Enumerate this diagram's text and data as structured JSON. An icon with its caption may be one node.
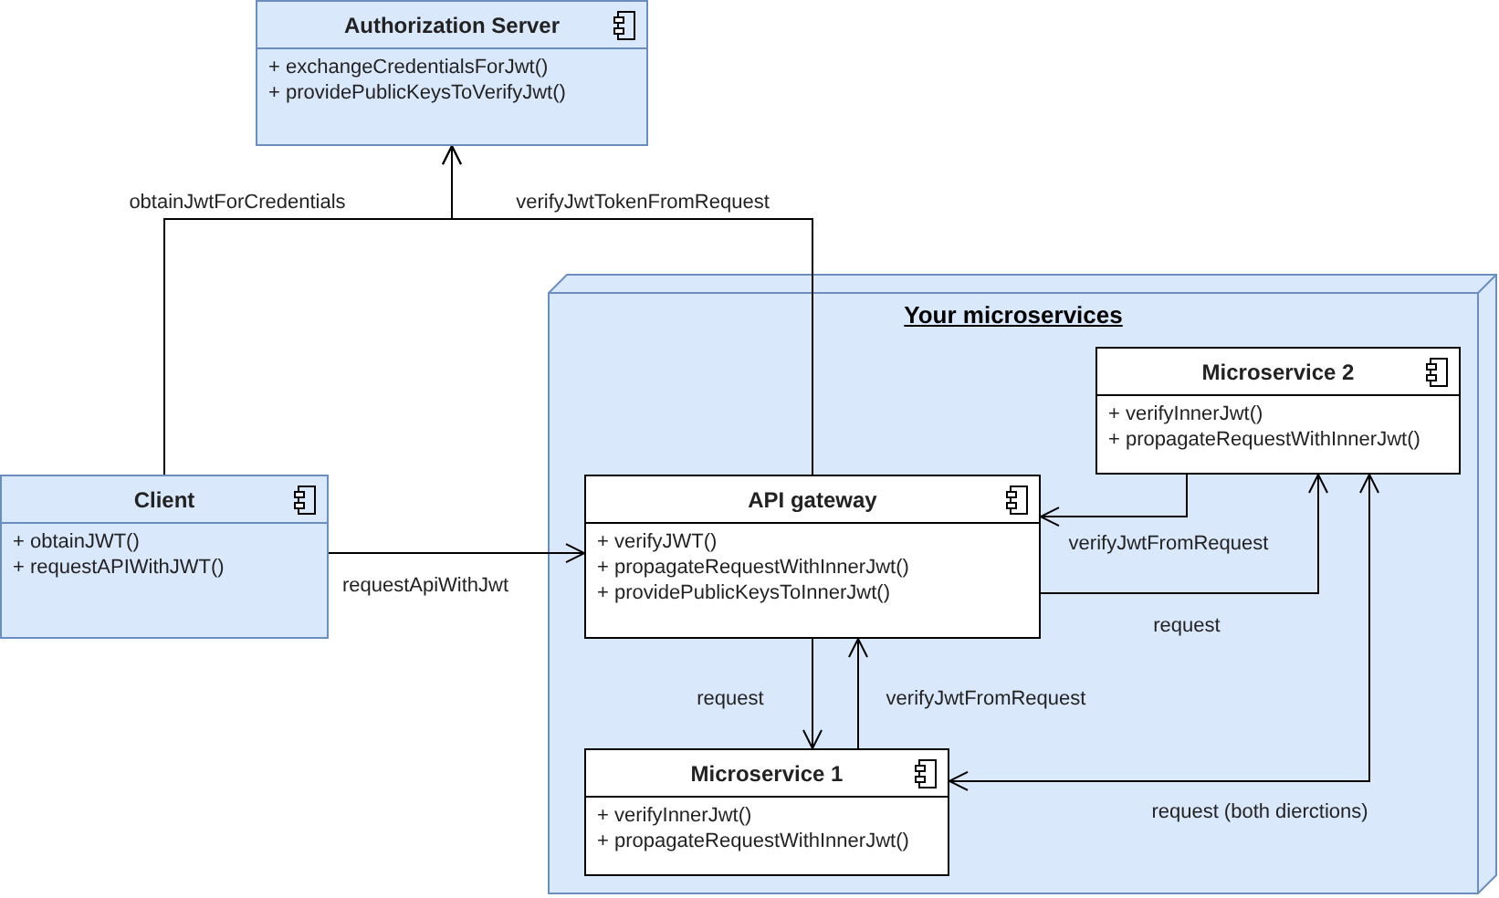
{
  "diagram": {
    "nodes": [
      {
        "text": [
          "Authorization Server",
          "+ exchangeCredentialsForJwt()",
          "+ providePublicKeysToVerifyJwt()"
        ]
      },
      {
        "text": [
          "Client",
          "+ obtainJWT()",
          "+ requestAPIWithJWT()"
        ]
      },
      {
        "text": [
          "Your microservices"
        ]
      },
      {
        "text": [
          "Microservice 2",
          "+ verifyInnerJwt()",
          "+ propagateRequestWithInnerJwt()"
        ],
        "in": 2
      },
      {
        "text": [
          "API gateway",
          "+ verifyJWT()",
          "+ propagateRequestWithInnerJwt()",
          "+ providePublicKeysToInnerJwt()"
        ],
        "in": 2
      },
      {
        "text": [
          "Microservice 1",
          "+ verifyInnerJwt()",
          "+ propagateRequestWithInnerJwt()"
        ],
        "in": 2
      }
    ],
    "edges": [
      {
        "from": 1,
        "to": 0,
        "arrow": "to",
        "label": "obtainJwtForCredentials"
      },
      {
        "from": 4,
        "to": 0,
        "arrow": "to",
        "label": "verifyJwtTokenFromRequest"
      },
      {
        "from": 1,
        "to": 4,
        "arrow": "to",
        "label": "requestApiWithJwt"
      },
      {
        "from": 3,
        "to": 4,
        "arrow": "to",
        "label": "verifyJwtFromRequest"
      },
      {
        "from": 4,
        "to": 3,
        "arrow": "to",
        "label": "request"
      },
      {
        "from": 4,
        "to": 5,
        "arrow": "to",
        "label": "request"
      },
      {
        "from": 5,
        "to": 4,
        "arrow": "to",
        "label": "verifyJwtFromRequest"
      },
      {
        "from": 5,
        "to": 3,
        "arrow": "both",
        "label": "request (both dierctions)"
      }
    ]
  }
}
